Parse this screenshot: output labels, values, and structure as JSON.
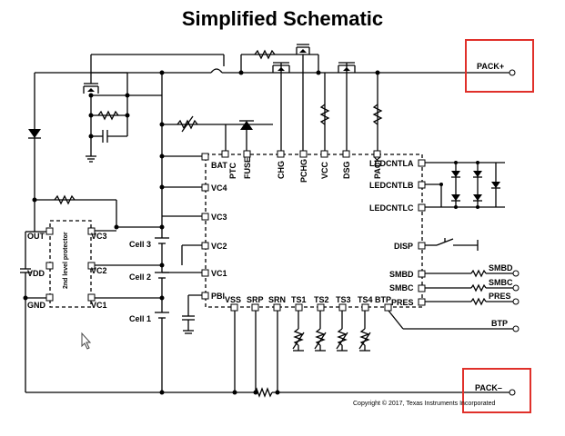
{
  "title": "Simplified Schematic",
  "pack_plus": "PACK+",
  "pack_minus": "PACK–",
  "copyright": "Copyright © 2017, Texas Instruments Incorporated",
  "protector": {
    "label": "2nd level protector",
    "pins_left": [
      "OUT",
      "VDD",
      "GND"
    ],
    "pins_right": [
      "VC3",
      "VC2",
      "VC1"
    ]
  },
  "cells": [
    "Cell 3",
    "Cell 2",
    "Cell 1"
  ],
  "ic": {
    "top_pins": [
      "PTC",
      "FUSE",
      "CHG",
      "PCHG",
      "VCC",
      "DSG",
      "PACK"
    ],
    "left_pins": [
      "BAT",
      "VC4",
      "VC3",
      "VC2",
      "VC1",
      "PBI"
    ],
    "bottom_pins": [
      "VSS",
      "SRP",
      "SRN",
      "TS1",
      "TS2",
      "TS3",
      "TS4",
      "BTP"
    ],
    "right_pins": [
      "LEDCNTLA",
      "LEDCNTLB",
      "LEDCNTLC",
      "DISP",
      "SMBD",
      "SMBC",
      "PRES"
    ]
  },
  "outputs": [
    "SMBD",
    "SMBC",
    "PRES",
    "BTP"
  ],
  "icons": {
    "cursor": "mouse-pointer-icon",
    "fet": "mosfet-symbol",
    "led": "led-symbol"
  },
  "colors": {
    "highlight": "#e0302a"
  }
}
